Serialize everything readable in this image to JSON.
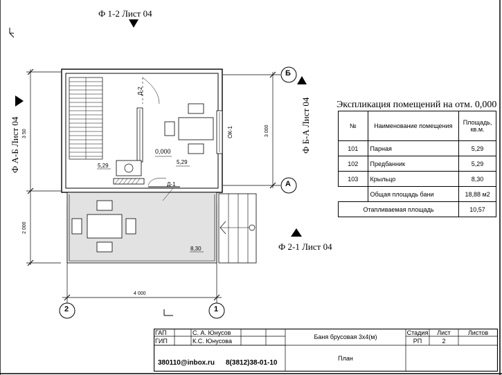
{
  "sheet_refs": {
    "top": "Ф 1-2 Лист 04",
    "left": "Ф А-Б Лист 04",
    "right": "Ф Б-А Лист 04",
    "bottom": "Ф 2-1 Лист 04"
  },
  "axes": {
    "b": "Б",
    "a": "А",
    "n2": "2",
    "n1": "1"
  },
  "dimensions": {
    "left_upper": "3 50",
    "left_lower": "2 000",
    "right": "3 000",
    "bottom": "4 000"
  },
  "labels": {
    "door_d2": "Д-2",
    "door_d1": "Д-1",
    "window_ok1": "ОК-1",
    "level": "0,000",
    "area_steam": "5,29",
    "area_pre": "5,29",
    "area_porch": "8,30"
  },
  "explication": {
    "title": "Экспликация помещений на отм. 0,000",
    "head_num": "№",
    "head_name": "Наименование помещения",
    "head_area": "Площадь, кв.м.",
    "rows": [
      {
        "num": "101",
        "name": "Парная",
        "area": "5,29"
      },
      {
        "num": "102",
        "name": "Предбанник",
        "area": "5,29"
      },
      {
        "num": "103",
        "name": "Крыльцо",
        "area": "8,30"
      }
    ],
    "total_label": "Общая площадь бани",
    "total_value": "18,88 м2",
    "heated_label": "Отапливаемая площадь",
    "heated_value": "10,57"
  },
  "title_block": {
    "r1_role": "ГАП",
    "r1_name": "С. А. Юнусов",
    "r2_role": "ГИП",
    "r2_name": "К.С. Юнусова",
    "email": "380110@inbox.ru",
    "phone": "8(3812)38-01-10",
    "project": "Баня брусовая 3х4(м)",
    "sheet_name": "План",
    "stage_h": "Стадия",
    "sheet_h": "Лист",
    "sheets_h": "Листов",
    "stage_v": "РП",
    "sheet_v": "2",
    "sheets_v": ""
  }
}
